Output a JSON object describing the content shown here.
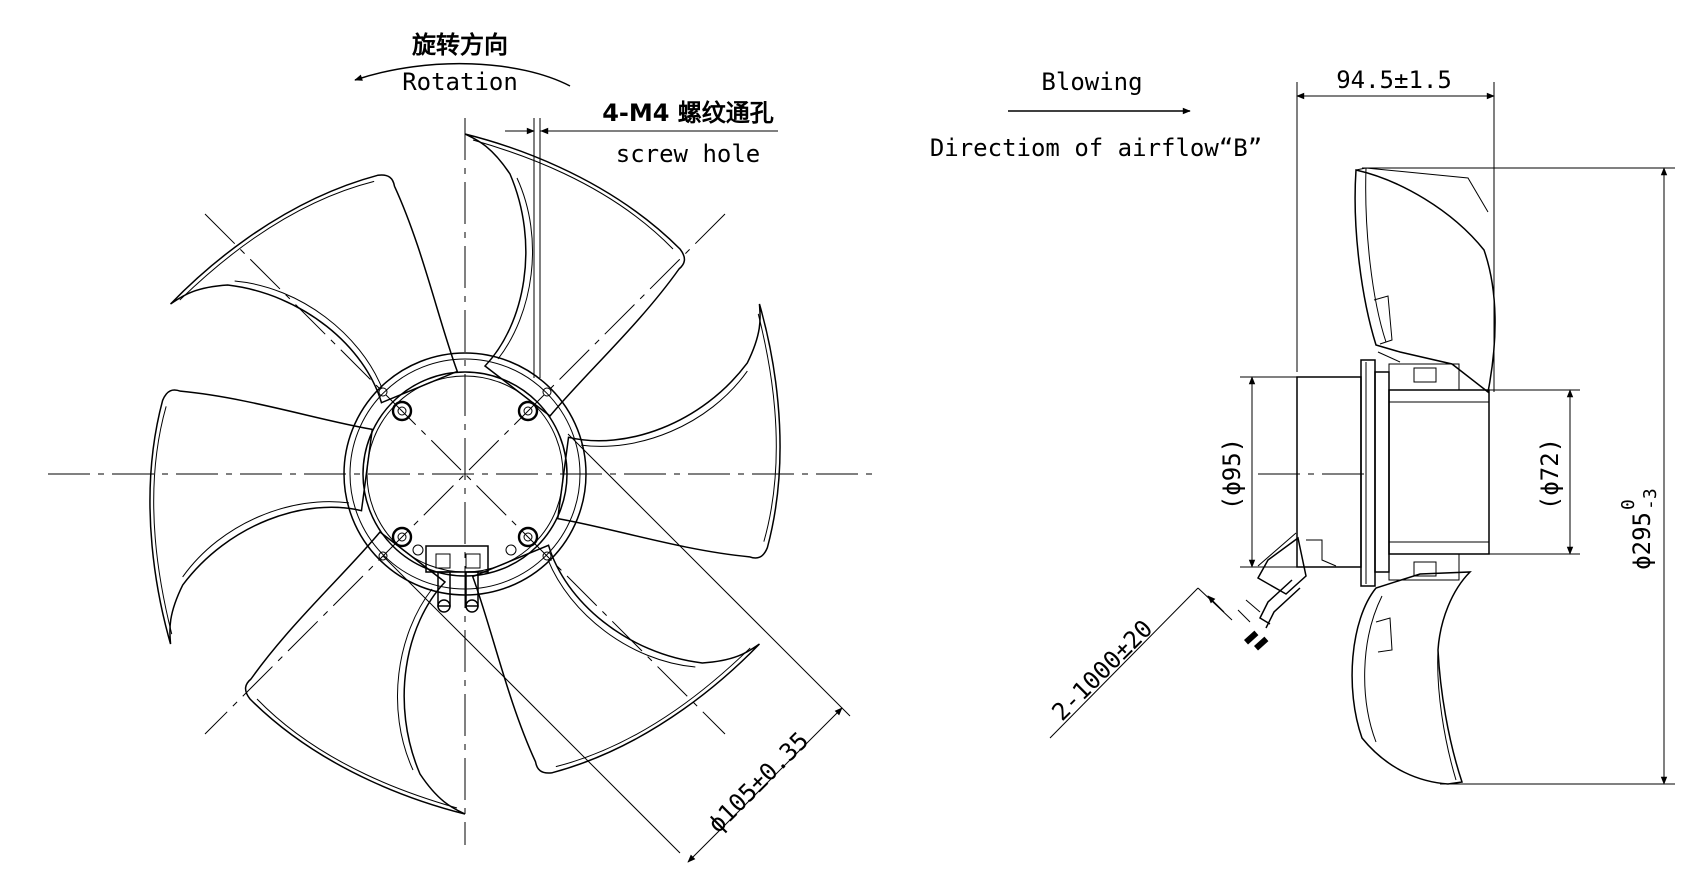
{
  "front_view": {
    "rotation_cn": "旋转方向",
    "rotation_en": "Rotation",
    "screw_label": "4-M4 螺纹通孔",
    "screw_sub": "screw hole",
    "pcd_label": "ϕ105±0.35"
  },
  "side_view": {
    "blowing_label": "Blowing",
    "airflow_label": "Directiom of airflow“B”",
    "depth_label": "94.5±1.5",
    "motor_dia_label": "(ϕ95)",
    "hub_dia_label": "(ϕ72)",
    "fan_dia_label": "ϕ295",
    "fan_dia_upper_tol": "0",
    "fan_dia_lower_tol": "-3",
    "cable_label": "2-1000±20"
  }
}
